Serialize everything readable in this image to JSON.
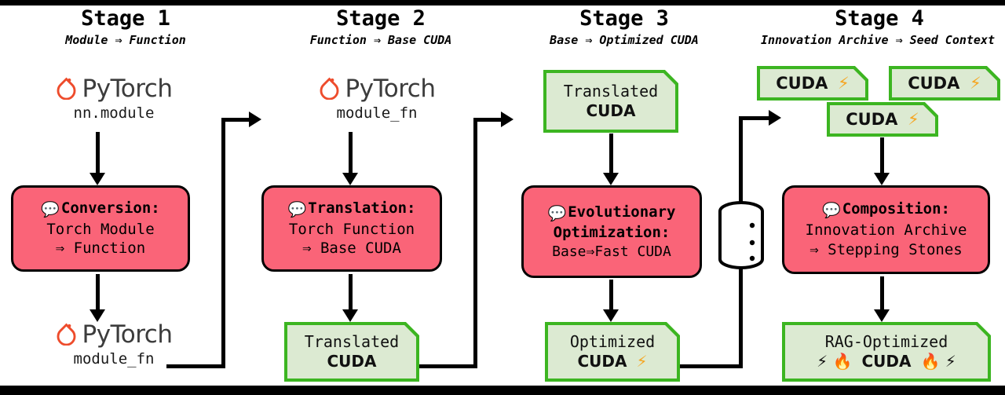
{
  "figure": {
    "type": "pipeline-diagram",
    "background": "#ffffff",
    "colors": {
      "process_fill": "#FA6478",
      "artifact_fill": "#DCEAD2",
      "artifact_border": "#3CB521",
      "pytorch_orange": "#EE4C2C",
      "line": "#000000",
      "lightning": "#F5A623"
    }
  },
  "stages": [
    {
      "title": "Stage 1",
      "subtitle": "Module ⇒ Function",
      "top_label": {
        "brand": "PyTorch",
        "code": "nn.module"
      },
      "process": {
        "icon": "speech-bubble",
        "lines": [
          {
            "text": "Conversion:",
            "bold": true
          },
          {
            "text": "Torch Module",
            "bold": false
          },
          {
            "text": "⇒ Function",
            "bold": false
          }
        ]
      },
      "bottom_label": {
        "brand": "PyTorch",
        "code": "module_fn"
      }
    },
    {
      "title": "Stage 2",
      "subtitle": "Function ⇒ Base CUDA",
      "top_label": {
        "brand": "PyTorch",
        "code": "module_fn"
      },
      "process": {
        "icon": "speech-bubble",
        "lines": [
          {
            "text": "Translation:",
            "bold": true
          },
          {
            "text": "Torch Function",
            "bold": false
          },
          {
            "text": "⇒ Base CUDA",
            "bold": false
          }
        ]
      },
      "bottom_card": {
        "line1": "Translated",
        "line2": "CUDA",
        "badge": ""
      }
    },
    {
      "title": "Stage 3",
      "subtitle": "Base ⇒ Optimized CUDA",
      "top_card": {
        "line1": "Translated",
        "line2": "CUDA",
        "badge": ""
      },
      "process": {
        "icon": "speech-bubble",
        "lines": [
          {
            "text": "Evolutionary",
            "bold": true
          },
          {
            "text": "Optimization:",
            "bold": true
          },
          {
            "text": "Base⇒Fast CUDA",
            "bold": false
          }
        ]
      },
      "bottom_card": {
        "line1": "Optimized",
        "line2": "CUDA",
        "badge": "⚡"
      }
    },
    {
      "title": "Stage 4",
      "subtitle": "Innovation Archive ⇒ Seed Context",
      "archive_cards": [
        {
          "label": "CUDA",
          "badge": "⚡"
        },
        {
          "label": "CUDA",
          "badge": "⚡"
        },
        {
          "label": "CUDA",
          "badge": "⚡"
        }
      ],
      "process": {
        "icon": "speech-bubble",
        "lines": [
          {
            "text": "Composition:",
            "bold": true
          },
          {
            "text": "Innovation Archive",
            "bold": false
          },
          {
            "text": "⇒ Stepping Stones",
            "bold": false
          }
        ]
      },
      "bottom_card": {
        "line1": "RAG-Optimized",
        "prefix": "⚡ 🔥",
        "line2": "CUDA",
        "suffix": "🔥 ⚡"
      }
    }
  ],
  "database": {
    "name": "innovation-archive-database",
    "layers": 3
  }
}
